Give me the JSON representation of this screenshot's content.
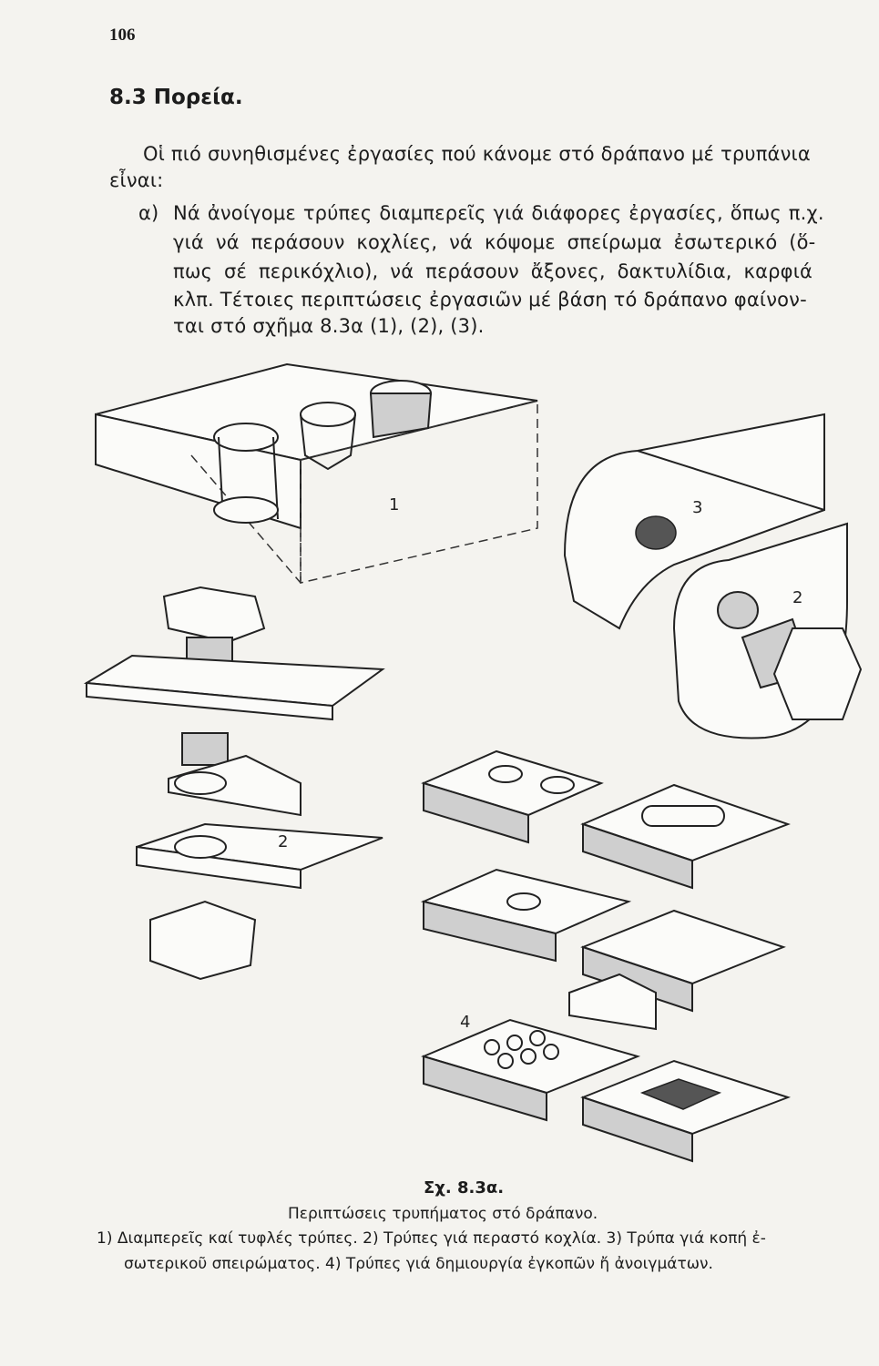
{
  "page_number": "106",
  "section_heading": "8.3 Πορεία.",
  "intro_lines": [
    "Οἱ πιό συνηθισμένες ἐργασίες πού κάνομε στό δράπανο μέ τρυπάνια",
    "εἶναι:"
  ],
  "item_a": {
    "marker": "α)",
    "lines": [
      "Νά ἀνοίγομε τρύπες διαμπερεῖς γιά διάφορες ἐργασίες, ὅπως π.χ.",
      "γιά νά  περάσουν κοχλίες, νά κόψομε σπείρωμα ἐσωτερικό (ὅ-",
      "πως σέ περικόχλιο), νά περάσουν ἄξονες, δακτυλίδια, καρφιά",
      "κλπ. Τέτοιες περιπτώσεις ἐργασιῶν μέ βάση τό δράπανο φαίνον-",
      "ται στό σχῆμα 8.3α (1), (2), (3)."
    ]
  },
  "figure": {
    "labels": [
      "1",
      "3",
      "2",
      "2",
      "4"
    ],
    "caption_title": "Σχ. 8.3α.",
    "caption_subtitle": "Περιπτώσεις τρυπήματος στό δράπανο.",
    "caption_lines": [
      "1) Διαμπερεῖς καί τυφλές τρύπες. 2) Τρύπες γιά περαστό κοχλία. 3) Τρύπα γιά κοπή ἐ-",
      "σωτερικοῦ σπειρώματος. 4) Τρύπες γιά δημιουργία ἐγκοπῶν ἤ ἀνοιγμάτων."
    ]
  }
}
